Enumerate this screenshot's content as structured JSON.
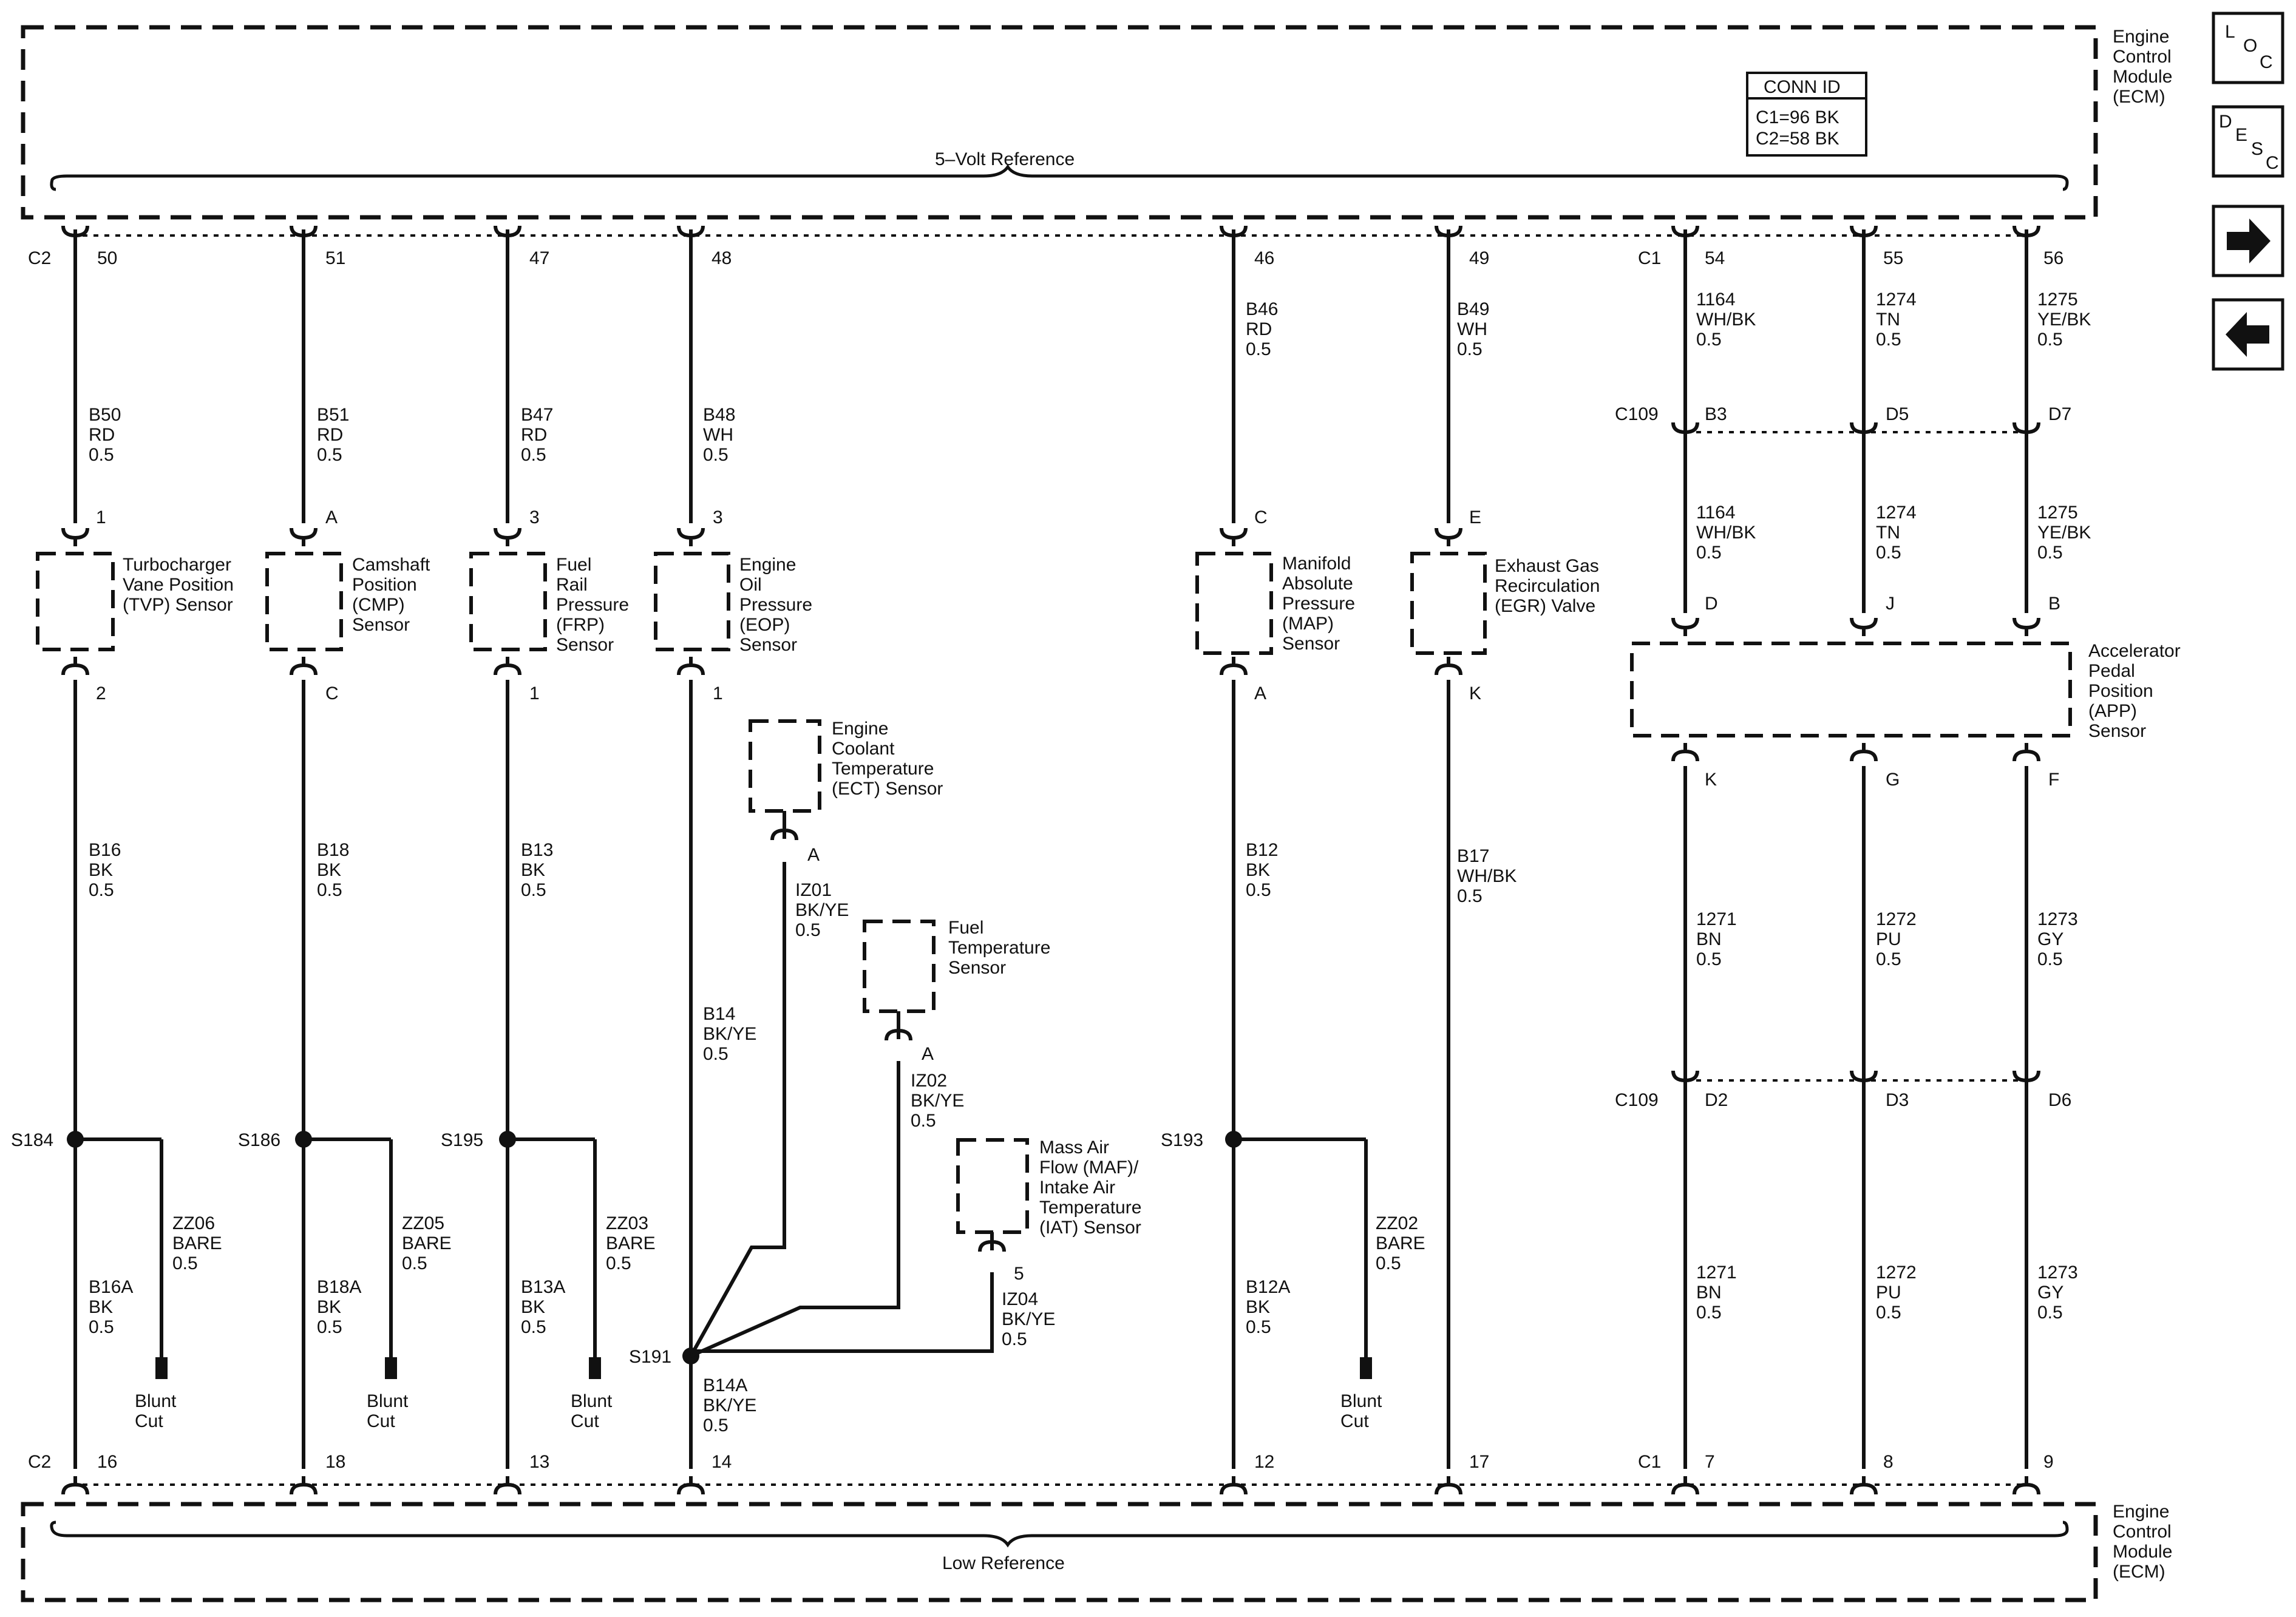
{
  "ecm": {
    "name": [
      "Engine",
      "Control",
      "Module",
      "(ECM)"
    ],
    "top_bus": "5–Volt Reference",
    "bottom_bus": "Low Reference"
  },
  "conn_id": {
    "title": "CONN ID",
    "c1": "C1=96 BK",
    "c2": "C2=58 BK"
  },
  "nav": {
    "loc": [
      "L",
      "O",
      "C"
    ],
    "desc": [
      "D",
      "E",
      "S",
      "C"
    ],
    "next_icon": "right-arrow-icon",
    "prev_icon": "left-arrow-icon"
  },
  "colors": {
    "ink": "#111111",
    "background": "#ffffff"
  },
  "connectors": {
    "c1": "C1",
    "c2": "C2",
    "c109": "C109"
  },
  "ecm_pins_top": [
    "50",
    "51",
    "47",
    "48",
    "46",
    "49",
    "54",
    "55",
    "56"
  ],
  "ecm_pins_bottom": [
    "16",
    "18",
    "13",
    "14",
    "12",
    "17",
    "7",
    "8",
    "9"
  ],
  "sensors": {
    "tvp": {
      "name": [
        "Turbocharger",
        "Vane Position",
        "(TVP) Sensor"
      ],
      "pin_top": "1",
      "pin_bottom": "2",
      "wire_top": [
        "B50",
        "RD",
        "0.5"
      ],
      "wire_bottom": [
        "B16",
        "BK",
        "0.5"
      ],
      "splice": "S184",
      "drain": [
        "ZZ06",
        "BARE",
        "0.5"
      ],
      "wire_low": [
        "B16A",
        "BK",
        "0.5"
      ]
    },
    "cmp": {
      "name": [
        "Camshaft",
        "Position",
        "(CMP)",
        "Sensor"
      ],
      "pin_top": "A",
      "pin_bottom": "C",
      "wire_top": [
        "B51",
        "RD",
        "0.5"
      ],
      "wire_bottom": [
        "B18",
        "BK",
        "0.5"
      ],
      "splice": "S186",
      "drain": [
        "ZZ05",
        "BARE",
        "0.5"
      ],
      "wire_low": [
        "B18A",
        "BK",
        "0.5"
      ]
    },
    "frp": {
      "name": [
        "Fuel",
        "Rail",
        "Pressure",
        "(FRP)",
        "Sensor"
      ],
      "pin_top": "3",
      "pin_bottom": "1",
      "wire_top": [
        "B47",
        "RD",
        "0.5"
      ],
      "wire_bottom": [
        "B13",
        "BK",
        "0.5"
      ],
      "splice": "S195",
      "drain": [
        "ZZ03",
        "BARE",
        "0.5"
      ],
      "wire_low": [
        "B13A",
        "BK",
        "0.5"
      ]
    },
    "eop": {
      "name": [
        "Engine",
        "Oil",
        "Pressure",
        "(EOP)",
        "Sensor"
      ],
      "pin_top": "3",
      "pin_bottom": "1",
      "wire_top": [
        "B48",
        "WH",
        "0.5"
      ],
      "wire_bottom": [
        "B14",
        "BK/YE",
        "0.5"
      ],
      "splice": "S191",
      "wire_low": [
        "B14A",
        "BK/YE",
        "0.5"
      ]
    },
    "ect": {
      "name": [
        "Engine",
        "Coolant",
        "Temperature",
        "(ECT) Sensor"
      ],
      "pin": "A",
      "wire": [
        "IZ01",
        "BK/YE",
        "0.5"
      ]
    },
    "fuel_temp": {
      "name": [
        "Fuel",
        "Temperature",
        "Sensor"
      ],
      "pin": "A",
      "wire": [
        "IZ02",
        "BK/YE",
        "0.5"
      ]
    },
    "maf": {
      "name": [
        "Mass Air",
        "Flow (MAF)/",
        "Intake Air",
        "Temperature",
        "(IAT) Sensor"
      ],
      "pin": "5",
      "wire": [
        "IZ04",
        "BK/YE",
        "0.5"
      ]
    },
    "map": {
      "name": [
        "Manifold",
        "Absolute",
        "Pressure",
        "(MAP)",
        "Sensor"
      ],
      "pin_top": "C",
      "pin_bottom": "A",
      "wire_top": [
        "B46",
        "RD",
        "0.5"
      ],
      "wire_bottom": [
        "B12",
        "BK",
        "0.5"
      ],
      "splice": "S193",
      "drain": [
        "ZZ02",
        "BARE",
        "0.5"
      ],
      "wire_low": [
        "B12A",
        "BK",
        "0.5"
      ]
    },
    "egr": {
      "name": [
        "Exhaust Gas",
        "Recirculation",
        "(EGR) Valve"
      ],
      "pin_top": "E",
      "pin_bottom": "K",
      "wire_top": [
        "B49",
        "WH",
        "0.5"
      ],
      "wire_bottom": [
        "B17",
        "WH/BK",
        "0.5"
      ]
    },
    "app": {
      "name": [
        "Accelerator",
        "Pedal",
        "Position",
        "(APP)",
        "Sensor"
      ],
      "pins_top": [
        "D",
        "J",
        "B"
      ],
      "pins_bottom": [
        "K",
        "G",
        "F"
      ],
      "c109_top": [
        "B3",
        "D5",
        "D7"
      ],
      "c109_bottom": [
        "D2",
        "D3",
        "D6"
      ],
      "wires_ecm": [
        [
          "1164",
          "WH/BK",
          "0.5"
        ],
        [
          "1274",
          "TN",
          "0.5"
        ],
        [
          "1275",
          "YE/BK",
          "0.5"
        ]
      ],
      "wires_mid": [
        [
          "1164",
          "WH/BK",
          "0.5"
        ],
        [
          "1274",
          "TN",
          "0.5"
        ],
        [
          "1275",
          "YE/BK",
          "0.5"
        ]
      ],
      "wires_low": [
        [
          "1271",
          "BN",
          "0.5"
        ],
        [
          "1272",
          "PU",
          "0.5"
        ],
        [
          "1273",
          "GY",
          "0.5"
        ]
      ],
      "wires_bottom": [
        [
          "1271",
          "BN",
          "0.5"
        ],
        [
          "1272",
          "PU",
          "0.5"
        ],
        [
          "1273",
          "GY",
          "0.5"
        ]
      ]
    }
  },
  "blunt_cut": [
    "Blunt",
    "Cut"
  ]
}
